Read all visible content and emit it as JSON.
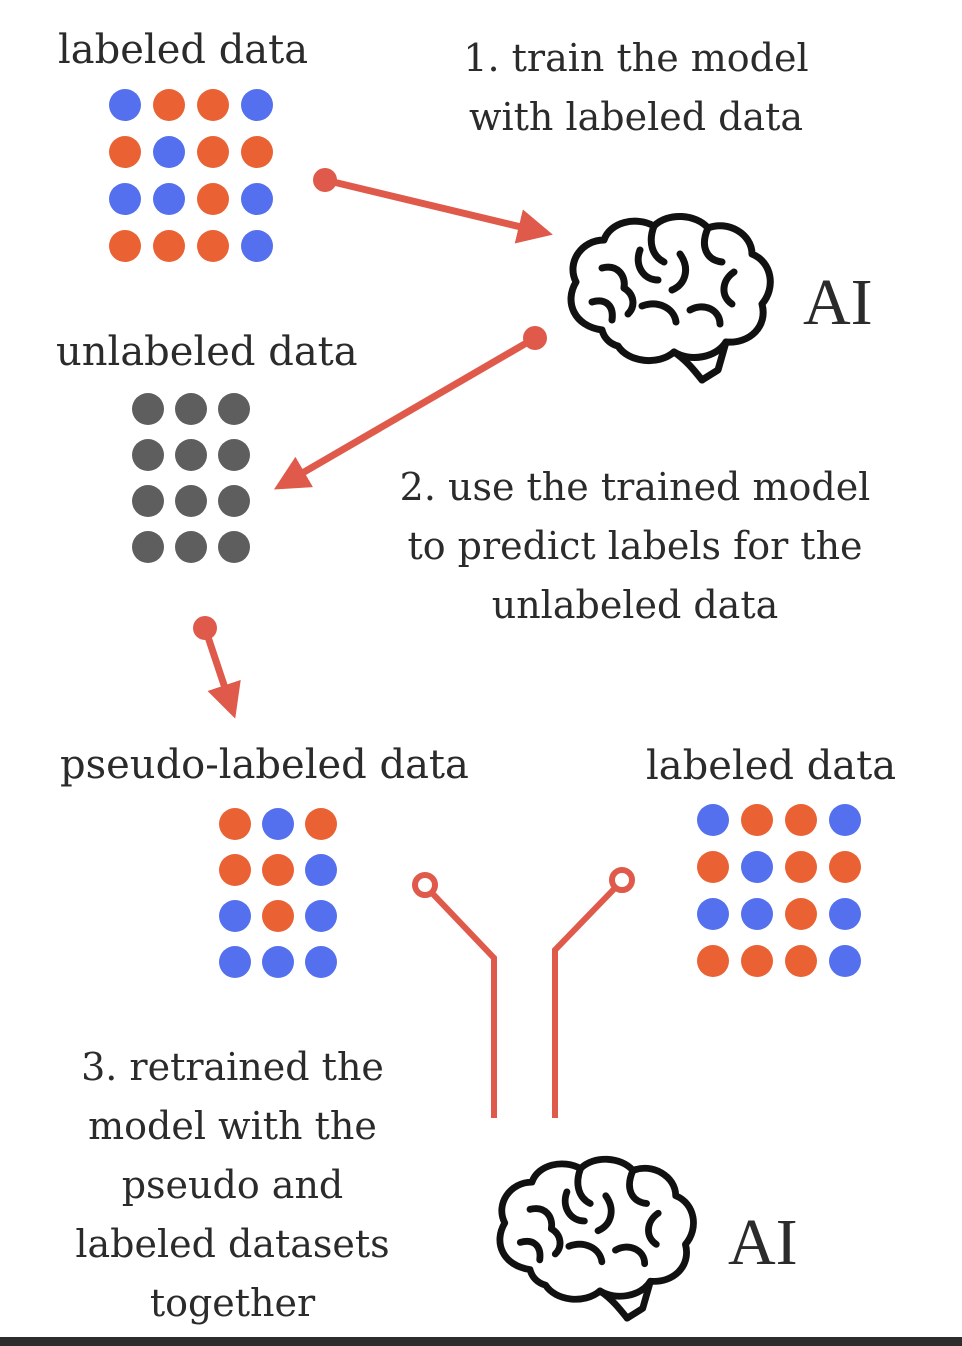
{
  "labels": {
    "labeled_top": "labeled data",
    "unlabeled": "unlabeled data",
    "pseudo": "pseudo-labeled data",
    "labeled_right": "labeled data",
    "ai_top": "AI",
    "ai_bottom": "AI"
  },
  "steps": {
    "step1": [
      "1. train the model",
      "with labeled data"
    ],
    "step2": [
      "2. use the trained model",
      "to predict labels for the",
      "unlabeled data"
    ],
    "step3": [
      "3. retrained the",
      "model with the",
      "pseudo and",
      "labeled datasets",
      "together"
    ]
  },
  "colors": {
    "blue": "#5470ee",
    "orange": "#ea6234",
    "gray": "#5e5e5e",
    "arrow": "#df5a4b",
    "text": "#2b2b2b",
    "brain": "#111111"
  },
  "grids": {
    "labeled_top": [
      [
        "blue",
        "orange",
        "orange",
        "blue"
      ],
      [
        "orange",
        "blue",
        "orange",
        "orange"
      ],
      [
        "blue",
        "blue",
        "orange",
        "blue"
      ],
      [
        "orange",
        "orange",
        "orange",
        "blue"
      ]
    ],
    "unlabeled": [
      [
        "gray",
        "gray",
        "gray"
      ],
      [
        "gray",
        "gray",
        "gray"
      ],
      [
        "gray",
        "gray",
        "gray"
      ],
      [
        "gray",
        "gray",
        "gray"
      ]
    ],
    "pseudo": [
      [
        "orange",
        "blue",
        "orange"
      ],
      [
        "orange",
        "orange",
        "blue"
      ],
      [
        "blue",
        "orange",
        "blue"
      ],
      [
        "blue",
        "blue",
        "blue"
      ]
    ],
    "labeled_right": [
      [
        "blue",
        "orange",
        "orange",
        "blue"
      ],
      [
        "orange",
        "blue",
        "orange",
        "orange"
      ],
      [
        "blue",
        "blue",
        "orange",
        "blue"
      ],
      [
        "orange",
        "orange",
        "orange",
        "blue"
      ]
    ]
  },
  "icons": {
    "brain_top": "brain-icon",
    "brain_bottom": "brain-icon"
  }
}
